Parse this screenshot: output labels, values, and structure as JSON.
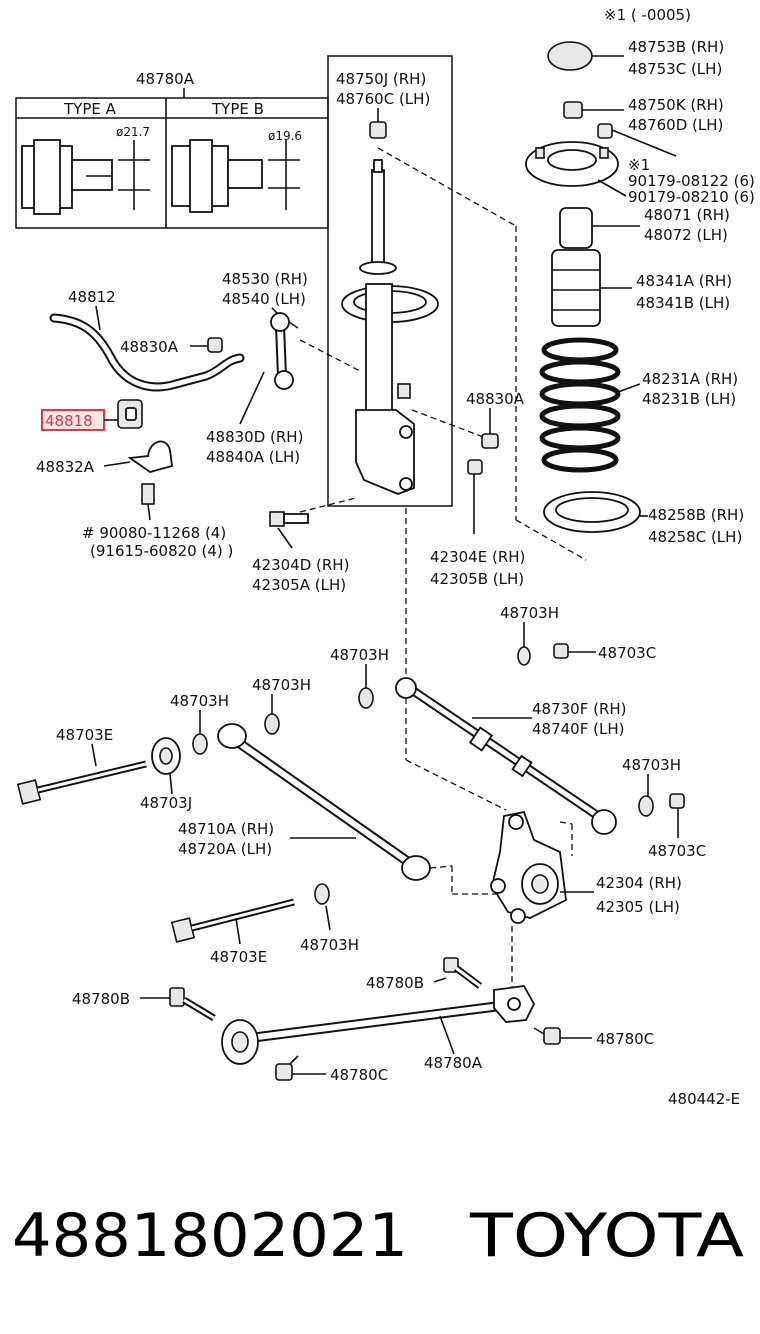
{
  "diagram_code": "480442-E",
  "note_top": "※1 (      -0005)",
  "labels": {
    "48780A_top": "48780A",
    "type_a": "TYPE A",
    "type_b": "TYPE B",
    "dim_a": "ø21.7",
    "dim_b": "ø19.6",
    "48812": "48812",
    "48830A_1": "48830A",
    "48818": "48818",
    "48832A": "48832A",
    "bolt_1": "# 90080-11268 (4)",
    "bolt_2": "(91615-60820 (4) )",
    "48530": "48530 (RH)",
    "48540": "48540 (LH)",
    "48830D": "48830D (RH)",
    "48840A": "48840A (LH)",
    "48750J": "48750J (RH)",
    "48760C": "48760C (LH)",
    "48830A_2": "48830A",
    "42304D": "42304D (RH)",
    "42305A": "42305A (LH)",
    "42304E": "42304E (RH)",
    "42305B": "42305B (LH)",
    "48753B": "48753B (RH)",
    "48753C": "48753C (LH)",
    "48750K": "48750K (RH)",
    "48760D": "48760D (LH)",
    "note1": "※1",
    "90179a": "90179-08122 (6)",
    "90179b": "90179-08210 (6)",
    "48071": "48071 (RH)",
    "48072": "48072 (LH)",
    "48341A": "48341A (RH)",
    "48341B": "48341B (LH)",
    "48231A": "48231A (RH)",
    "48231B": "48231B (LH)",
    "48258B": "48258B (RH)",
    "48258C": "48258C (LH)",
    "48703H_a": "48703H",
    "48703C_a": "48703C",
    "48703H_b": "48703H",
    "48703H_c": "48703H",
    "48703H_d": "48703H",
    "48730F": "48730F (RH)",
    "48740F": "48740F (LH)",
    "48703E_a": "48703E",
    "48703J": "48703J",
    "48703H_e": "48703H",
    "48703C_b": "48703C",
    "48710A": "48710A (RH)",
    "48720A": "48720A (LH)",
    "42304": "42304 (RH)",
    "42305": "42305 (LH)",
    "48703E_b": "48703E",
    "48703H_f": "48703H",
    "48780B_a": "48780B",
    "48780B_b": "48780B",
    "48780C_a": "48780C",
    "48780A_bottom": "48780A",
    "48780C_b": "48780C"
  },
  "footer": {
    "part_number": "4881802021",
    "brand": "TOYOTA"
  },
  "colors": {
    "highlight": "#e0393e",
    "line": "#111111"
  }
}
